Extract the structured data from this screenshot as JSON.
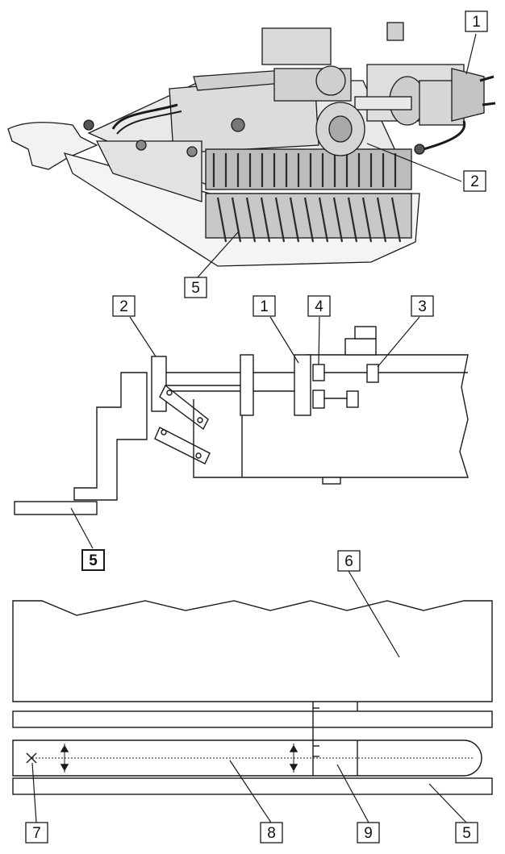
{
  "callouts": {
    "top": [
      "1",
      "2",
      "5"
    ],
    "middle": [
      "2",
      "1",
      "4",
      "3",
      "5"
    ],
    "bottom": [
      "6",
      "7",
      "8",
      "9",
      "5"
    ]
  },
  "colors": {
    "ink": "#1a1a1a",
    "shade": "#9a9a9a",
    "paper": "#ffffff"
  }
}
